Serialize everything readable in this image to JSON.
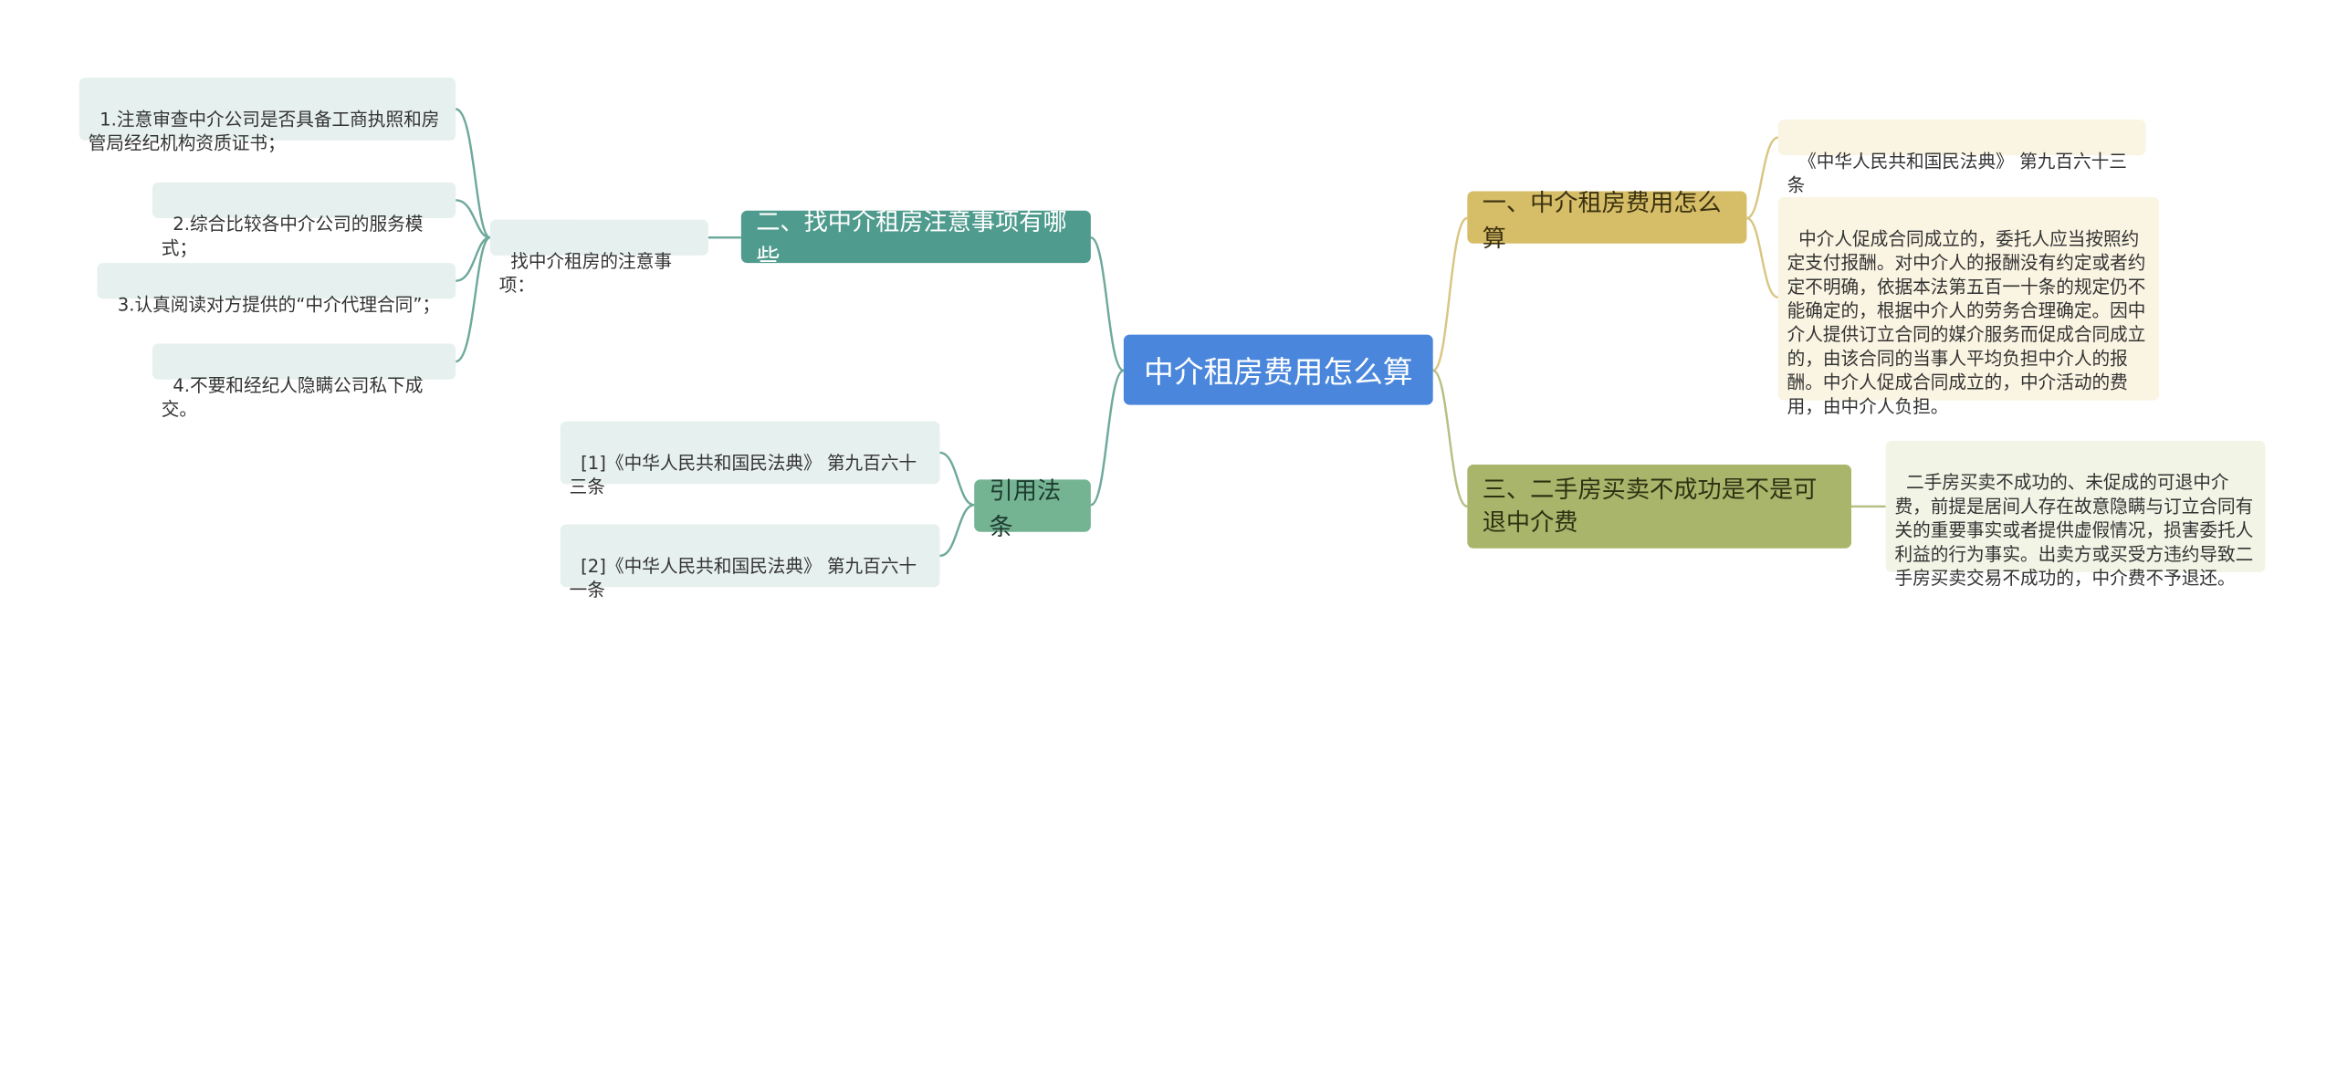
{
  "root": {
    "label": "中介租房费用怎么算"
  },
  "branches": {
    "b1": {
      "label": "二、找中介租房注意事项有哪些",
      "sub": "找中介租房的注意事项：",
      "items": [
        "1.注意审查中介公司是否具备工商执照和房管局经纪机构资质证书；",
        "2.综合比较各中介公司的服务模式；",
        "3.认真阅读对方提供的“中介代理合同”；",
        "4.不要和经纪人隐瞒公司私下成交。"
      ]
    },
    "b2": {
      "label": "引用法条",
      "items": [
        "[1]《中华人民共和国民法典》 第九百六十三条",
        "[2]《中华人民共和国民法典》 第九百六十一条"
      ]
    },
    "b3": {
      "label": "一、中介租房费用怎么算",
      "items": [
        "《中华人民共和国民法典》 第九百六十三条",
        "中介人促成合同成立的，委托人应当按照约定支付报酬。对中介人的报酬没有约定或者约定不明确，依据本法第五百一十条的规定仍不能确定的，根据中介人的劳务合理确定。因中介人提供订立合同的媒介服务而促成合同成立的，由该合同的当事人平均负担中介人的报酬。中介人促成合同成立的，中介活动的费用，由中介人负担。"
      ]
    },
    "b4": {
      "label": "三、二手房买卖不成功是不是可退中介费",
      "items": [
        "二手房买卖不成功的、未促成的可退中介费，前提是居间人存在故意隐瞒与订立合同有关的重要事实或者提供虚假情况，损害委托人利益的行为事实。出卖方或买受方违约导致二手房买卖交易不成功的，中介费不予退还。"
      ]
    }
  },
  "colors": {
    "root": "#4a87dc",
    "green": "#4f9b8d",
    "lightgreen": "#74b493",
    "gold": "#d6bd68",
    "olive": "#aab56c",
    "line_green": "#6fa99c",
    "line_gold": "#d9c684",
    "line_olive": "#b6bf84"
  }
}
